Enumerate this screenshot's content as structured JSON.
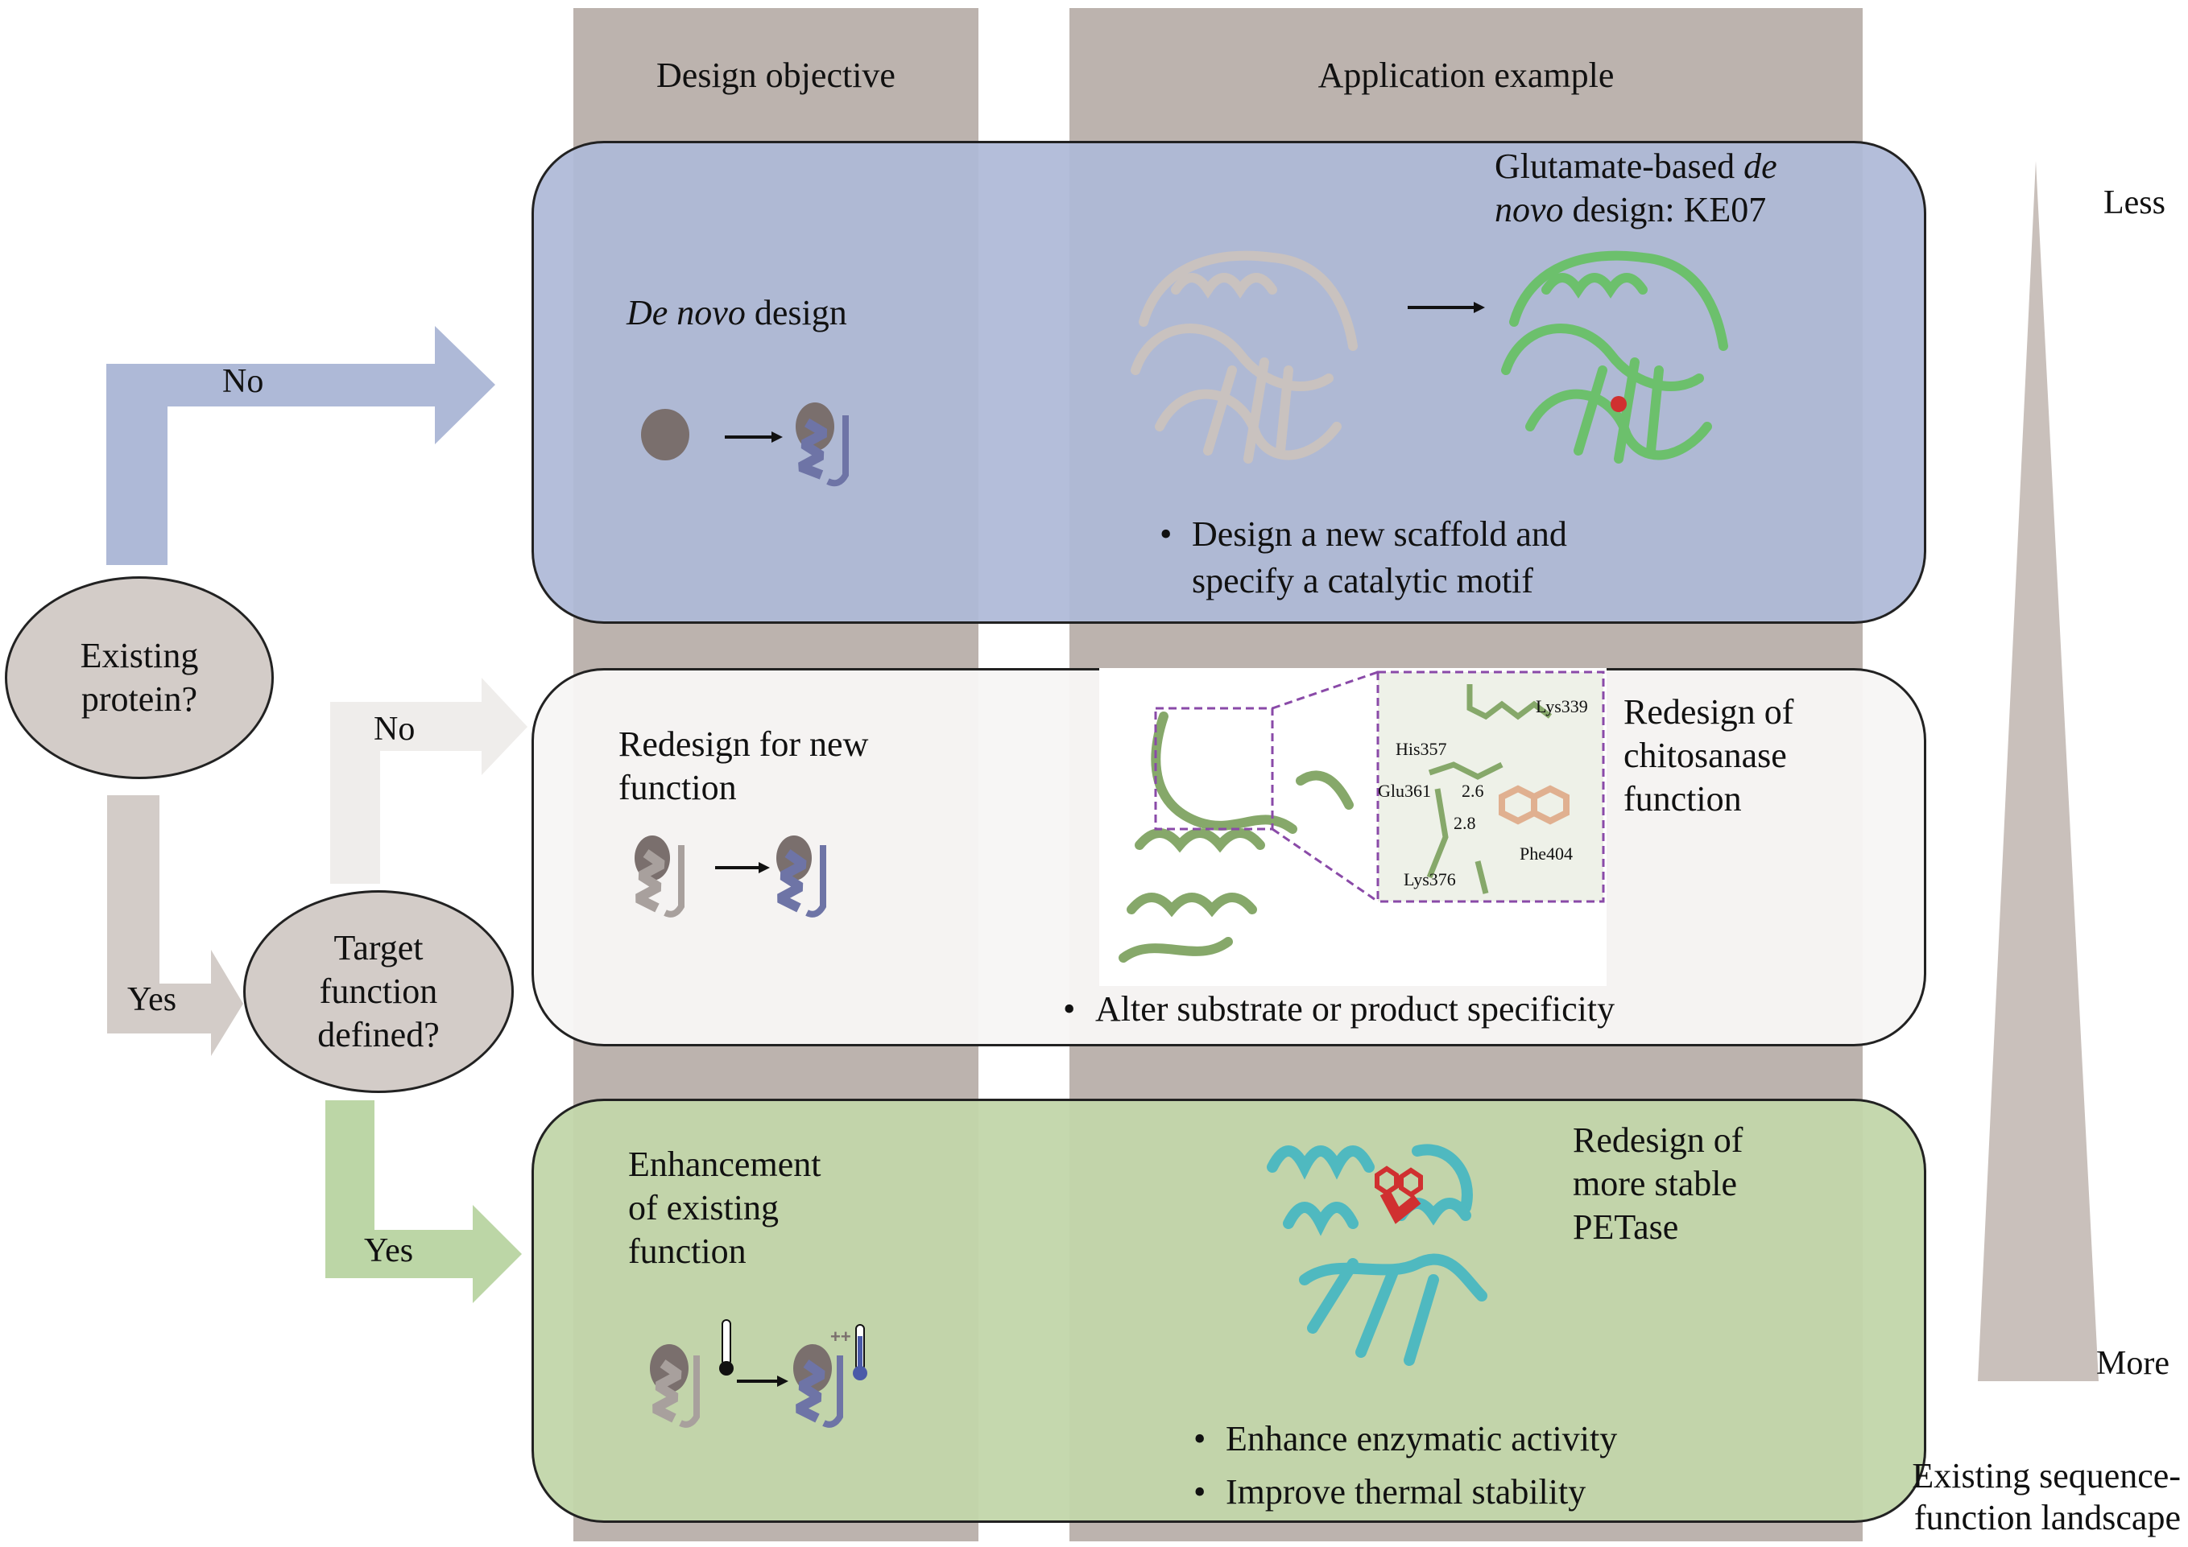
{
  "columns": {
    "design_objective": "Design objective",
    "application_example": "Application example"
  },
  "decisions": {
    "existing_protein": "Existing protein?",
    "target_function": "Target function defined?"
  },
  "arrows": {
    "existing_no": "No",
    "existing_yes": "Yes",
    "target_no": "No",
    "target_yes": "Yes"
  },
  "panels": {
    "de_novo": {
      "objective_italic": "De novo",
      "objective_rest": " design",
      "example_title_1": "Glutamate-based ",
      "example_title_italic_1": "de",
      "example_title_italic_2": "novo",
      "example_title_2": " design: KE07",
      "bullets": [
        "Design a new scaffold and",
        "specify a catalytic motif"
      ]
    },
    "redesign": {
      "objective": "Redesign for new function",
      "example_title": "Redesign of chitosanase function",
      "residues": [
        "Lys339",
        "His357",
        "Glu361",
        "Lys376",
        "Phe404"
      ],
      "distances": [
        "2.6",
        "2.8"
      ],
      "bullets": [
        "Alter substrate or product specificity"
      ]
    },
    "enhancement": {
      "objective": "Enhancement of existing function",
      "example_title": "Redesign of more stable PETase",
      "thermo_mark": "++",
      "bullets": [
        "Enhance enzymatic activity",
        "Improve thermal stability"
      ]
    }
  },
  "gradient": {
    "top": "Less",
    "bottom": "More",
    "caption": "Existing sequence-function landscape"
  },
  "colors": {
    "band": "#bcb3ae",
    "blue_panel": "#aeb9d7",
    "green_panel": "#c2d6aa",
    "node": "#d3ccc8",
    "blue_arrow": "#aeb9d7",
    "grey_arrow": "#d3ccc8",
    "light_arrow": "#efedeb",
    "green_arrow": "#bcd6a6",
    "ke07_green": "#6cc06c",
    "chitosanase_green": "#86a86a",
    "petase_teal": "#4fb9c0"
  }
}
